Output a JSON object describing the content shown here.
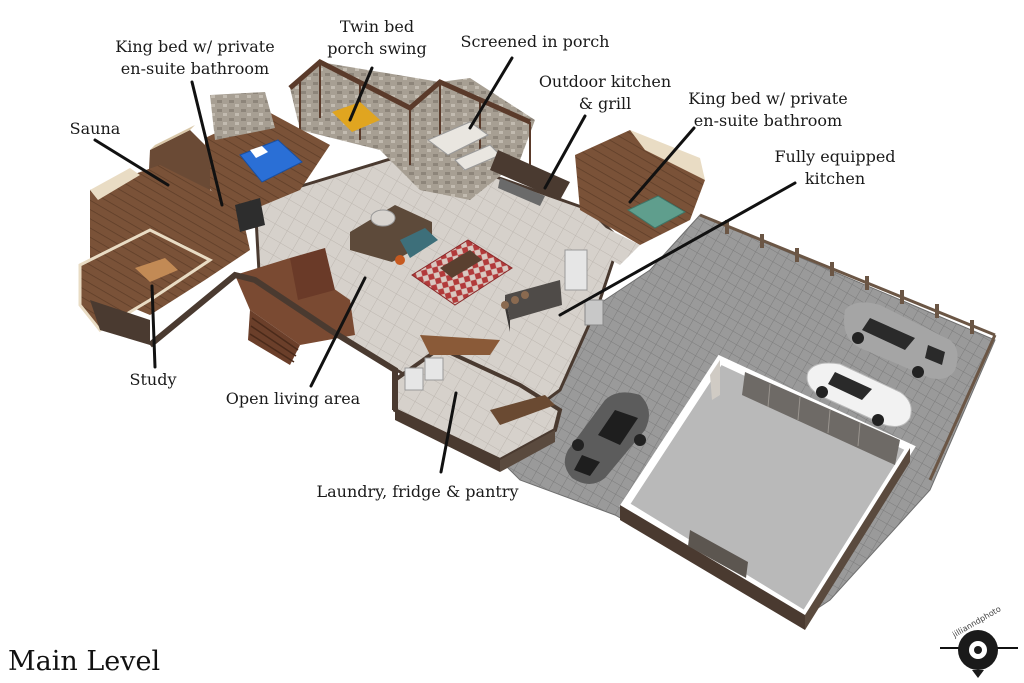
{
  "title": "Main Level",
  "labels": {
    "king_bed_left": [
      "King bed w/ private",
      "en-suite bathroom"
    ],
    "twin_bed": [
      "Twin bed",
      "porch swing"
    ],
    "screened_porch": [
      "Screened in porch"
    ],
    "outdoor_kitchen": [
      "Outdoor kitchen",
      "& grill"
    ],
    "king_bed_right": [
      "King bed w/ private",
      "en-suite bathroom"
    ],
    "sauna": [
      "Sauna"
    ],
    "fully_equipped_kitchen": [
      "Fully equipped",
      "kitchen"
    ],
    "study": [
      "Study"
    ],
    "open_living": [
      "Open living area"
    ],
    "laundry": [
      "Laundry, fridge & pantry"
    ]
  },
  "watermark": "jillianndphoto",
  "colors": {
    "leader_line": "#111111",
    "paving": "#8c8c8c",
    "garage_floor": "#b9b9b9",
    "wall_wood": "#4a3a30",
    "floor_wood": "#7a5238",
    "tile": "#cfcac4",
    "rug": "#b23a3a",
    "bed_blue": "#2a6fd6",
    "bed_teal": "#5f9e8d",
    "sofa_yellow": "#e0a520"
  }
}
